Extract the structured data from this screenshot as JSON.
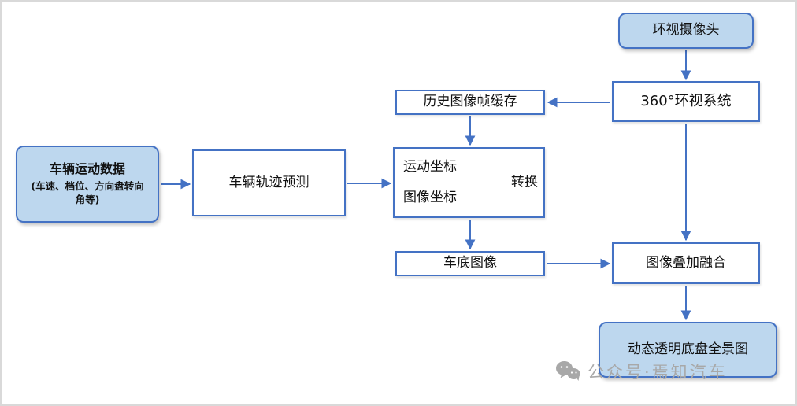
{
  "nodes": {
    "camera": "环视摄像头",
    "surround_system": "360°环视系统",
    "history_buffer": "历史图像帧缓存",
    "vehicle_data": {
      "title": "车辆运动数据",
      "subtitle": "(车速、档位、方向盘转向角等)"
    },
    "trajectory": "车辆轨迹预测",
    "coordinate": {
      "motion": "运动坐标",
      "image": "图像坐标",
      "convert": "转换"
    },
    "under_image": "车底图像",
    "fusion": "图像叠加融合",
    "panorama": "动态透明底盘全景图"
  },
  "watermark": {
    "text": "公众号·焉知汽车"
  },
  "colors": {
    "node_fill": "#BDD7EE",
    "node_border": "#4472C4",
    "arrow": "#4472C4",
    "watermark": "#A8A8A8"
  }
}
